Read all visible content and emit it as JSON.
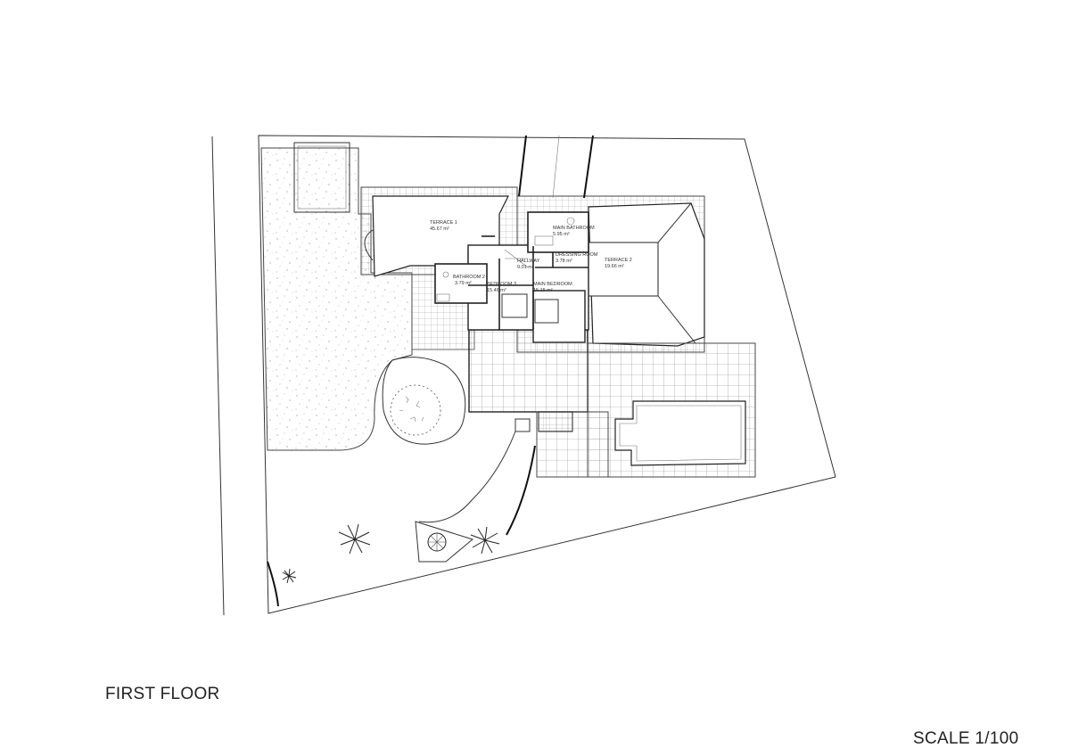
{
  "drawing": {
    "title": "FIRST FLOOR",
    "scale": "SCALE 1/100"
  },
  "rooms": [
    {
      "name": "TERRACE 1",
      "area": "45.67 m²"
    },
    {
      "name": "MAIN BATHROOM",
      "area": "5.95 m²"
    },
    {
      "name": "DRESSING ROOM",
      "area": "3.78 m²"
    },
    {
      "name": "TERRACE 2",
      "area": "19.66 m²"
    },
    {
      "name": "HALLWAY",
      "area": "9.01 m²"
    },
    {
      "name": "BATHROOM 2",
      "area": "3.79 m²"
    },
    {
      "name": "BEDROOM 3",
      "area": "15.46 m²"
    },
    {
      "name": "MAIN BEDROOM",
      "area": "15.15 m²"
    }
  ]
}
